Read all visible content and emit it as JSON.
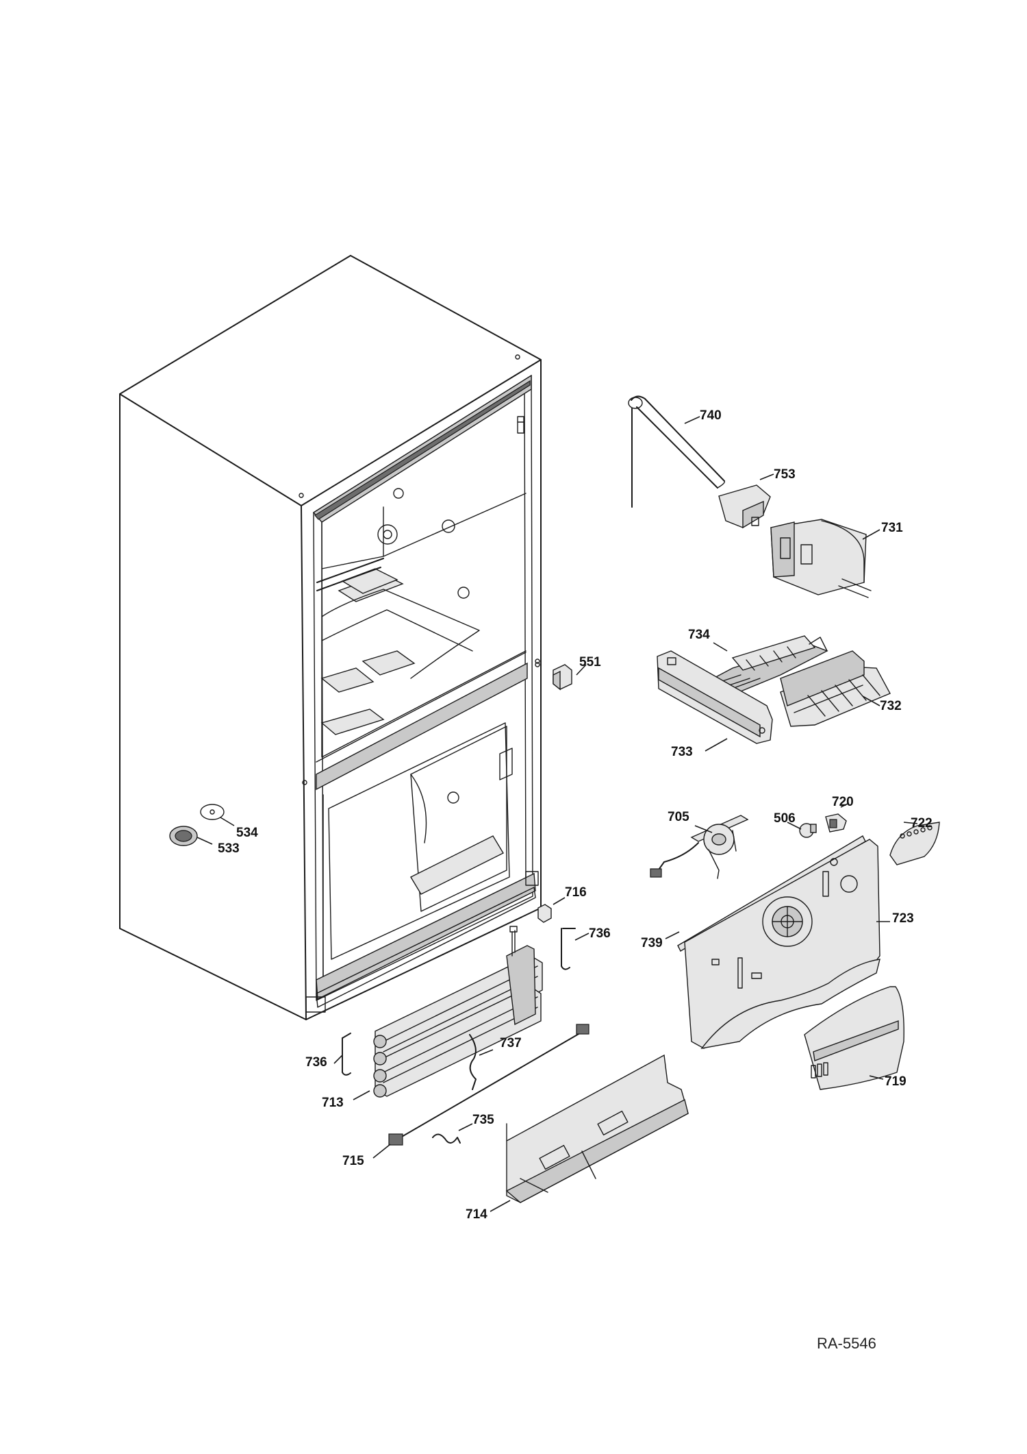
{
  "diagram": {
    "reference_code": "RA-5546",
    "callouts": [
      {
        "id": "740",
        "label": "740"
      },
      {
        "id": "753",
        "label": "753"
      },
      {
        "id": "731",
        "label": "731"
      },
      {
        "id": "551",
        "label": "551"
      },
      {
        "id": "734",
        "label": "734"
      },
      {
        "id": "732",
        "label": "732"
      },
      {
        "id": "733",
        "label": "733"
      },
      {
        "id": "705",
        "label": "705"
      },
      {
        "id": "506",
        "label": "506"
      },
      {
        "id": "720",
        "label": "720"
      },
      {
        "id": "722",
        "label": "722"
      },
      {
        "id": "534",
        "label": "534"
      },
      {
        "id": "533",
        "label": "533"
      },
      {
        "id": "716",
        "label": "716"
      },
      {
        "id": "736a",
        "label": "736"
      },
      {
        "id": "739",
        "label": "739"
      },
      {
        "id": "723",
        "label": "723"
      },
      {
        "id": "737",
        "label": "737"
      },
      {
        "id": "736b",
        "label": "736"
      },
      {
        "id": "713",
        "label": "713"
      },
      {
        "id": "735",
        "label": "735"
      },
      {
        "id": "715",
        "label": "715"
      },
      {
        "id": "714",
        "label": "714"
      },
      {
        "id": "719",
        "label": "719"
      }
    ]
  }
}
